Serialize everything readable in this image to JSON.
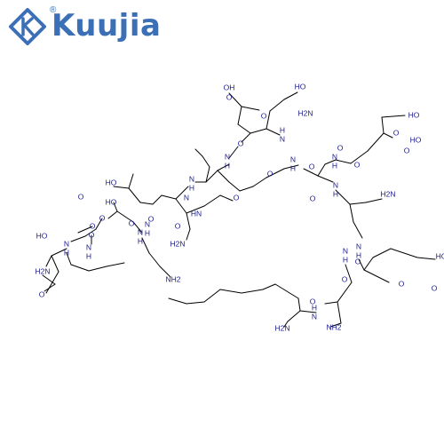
{
  "brand": {
    "name": "Kuujia",
    "registered_mark": "®",
    "color": "#3b6fb6"
  },
  "structure": {
    "label_color": "#1b1b8f",
    "bond_color": "#000000",
    "atom_labels": [
      "OH",
      "HO",
      "O",
      "O",
      "H2N",
      "H",
      "N",
      "O",
      "HO",
      "O",
      "O",
      "HO",
      "O",
      "N",
      "H",
      "O",
      "N",
      "H",
      "O",
      "HO",
      "O",
      "N",
      "H",
      "O",
      "O",
      "N",
      "H",
      "HO",
      "O",
      "HO",
      "O",
      "N",
      "H",
      "O",
      "O",
      "N",
      "H",
      "N",
      "H2N",
      "N",
      "H",
      "O",
      "HN",
      "NH2",
      "O",
      "HO",
      "N",
      "H",
      "O",
      "N",
      "H",
      "O",
      "O",
      "H2N",
      "O",
      "N",
      "H",
      "NH2",
      "H2N",
      "O",
      "N",
      "H",
      "O",
      "N",
      "H",
      "O",
      "H2N"
    ]
  }
}
